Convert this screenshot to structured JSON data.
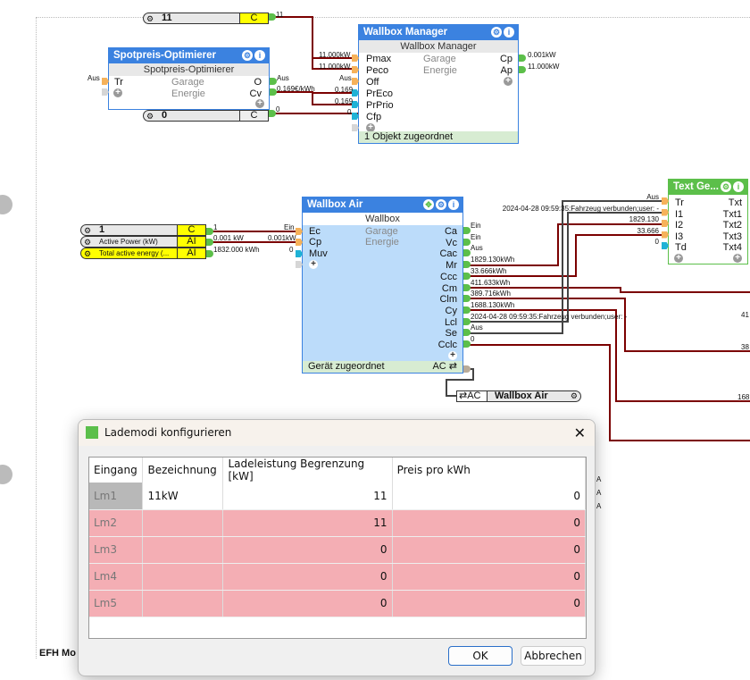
{
  "canvas": {
    "footer_label": "EFH Mo",
    "side_letters": [
      "A",
      "A",
      "A"
    ],
    "edge_labels": [
      "41",
      "38",
      "168"
    ]
  },
  "const_top": {
    "value": "11",
    "type": "C",
    "out_label": "11"
  },
  "const_bottom": {
    "value": "0",
    "type": "C",
    "out_label": "0"
  },
  "spot": {
    "title": "Spotpreis-Optimierer",
    "subtitle": "Spotpreis-Optimierer",
    "room": "Garage",
    "category": "Energie",
    "in_tr": "Tr",
    "out_o": "O",
    "out_cv": "Cv",
    "in_tr_value": "Aus",
    "out_o_value": "Aus",
    "out_cv_value": "0.169€/kWh"
  },
  "wbm": {
    "title": "Wallbox Manager",
    "subtitle": "Wallbox Manager",
    "room": "Garage",
    "category": "Energie",
    "inputs": [
      "Pmax",
      "Peco",
      "Off",
      "PrEco",
      "PrPrio",
      "Cfp"
    ],
    "input_values": [
      "11.000kW",
      "11.000kW",
      "Aus",
      "0.169",
      "0.169",
      "0"
    ],
    "outputs": [
      "Cp",
      "Ap"
    ],
    "output_values": [
      "0.001kW",
      "11.000kW"
    ],
    "footer": "1 Objekt zugeordnet"
  },
  "sources": [
    {
      "label": "1",
      "type": "C",
      "out": "1"
    },
    {
      "label": "Active Power (kW)",
      "type": "AI",
      "out": "0.001 kW"
    },
    {
      "label": "Total active energy (...",
      "type": "AI",
      "out": "1832.000 kWh"
    }
  ],
  "wba": {
    "title": "Wallbox Air",
    "subtitle": "Wallbox",
    "room": "Garage",
    "category": "Energie",
    "inputs": [
      "Ec",
      "Cp",
      "Muv"
    ],
    "input_values": [
      "Ein",
      "0.001kW",
      "0"
    ],
    "outputs": [
      "Ca",
      "Vc",
      "Cac",
      "Mr",
      "Ccc",
      "Cm",
      "Clm",
      "Cy",
      "Lcl",
      "Se",
      "Cclc"
    ],
    "output_values": [
      "Ein",
      "Ein",
      "Aus",
      "1829.130kWh",
      "33.666kWh",
      "411.633kWh",
      "389.716kWh",
      "1688.130kWh",
      "2024-04-28  09:59:35:Fahrzeug  verbunden;user: -",
      "Aus",
      "0"
    ],
    "footer": "Gerät zugeordnet",
    "footer_right": "AC ⇄"
  },
  "ac_block": {
    "tag": "⇄AC",
    "name": "Wallbox Air"
  },
  "textgen": {
    "title": "Text Ge...",
    "inputs": [
      "Tr",
      "I1",
      "I2",
      "I3",
      "Td"
    ],
    "input_values": [
      "Aus",
      "2024-04-28  09:59:35:Fahrzeug  verbunden;user: -",
      "1829.130",
      "33.666",
      "0"
    ],
    "outputs": [
      "Txt",
      "Txt1",
      "Txt2",
      "Txt3",
      "Txt4"
    ]
  },
  "dialog": {
    "title": "Lademodi konfigurieren",
    "columns": [
      "Eingang",
      "Bezeichnung",
      "Ladeleistung Begrenzung [kW]",
      "Preis pro kWh"
    ],
    "rows": [
      [
        "Lm1",
        "11kW",
        "11",
        "0"
      ],
      [
        "Lm2",
        "",
        "11",
        "0"
      ],
      [
        "Lm3",
        "",
        "0",
        "0"
      ],
      [
        "Lm4",
        "",
        "0",
        "0"
      ],
      [
        "Lm5",
        "",
        "0",
        "0"
      ]
    ],
    "ok": "OK",
    "cancel": "Abbrechen"
  },
  "colors": {
    "block_header": "#3b82e0",
    "wire": "#7b0000",
    "row_error": "#f4aeb4",
    "textgen_header": "#5cbf4a"
  }
}
